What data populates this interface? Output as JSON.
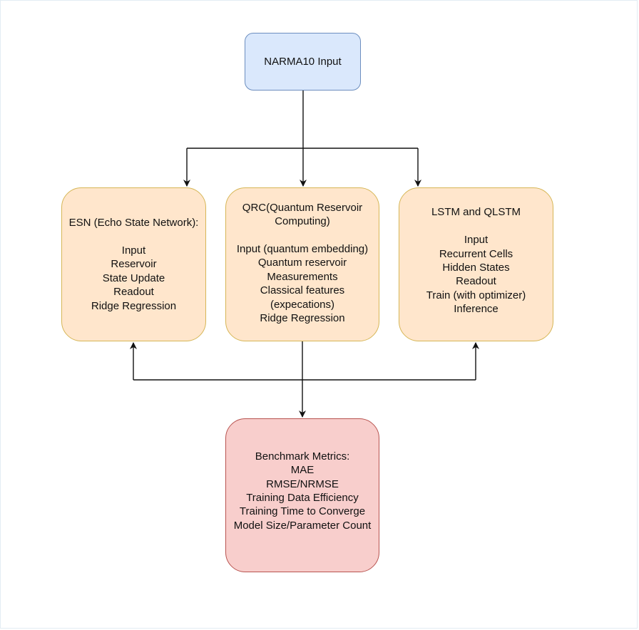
{
  "diagram": {
    "input": {
      "label": "NARMA10 Input"
    },
    "esn": {
      "title": "ESN (Echo State Network):",
      "items": [
        "Input",
        "Reservoir",
        "State Update",
        "Readout",
        "Ridge Regression"
      ]
    },
    "qrc": {
      "title_lines": [
        "QRC(Quantum Reservoir",
        "Computing)"
      ],
      "items": [
        "Input (quantum embedding)",
        "Quantum reservoir",
        "Measurements",
        "Classical features",
        "(expecations)",
        "Ridge Regression"
      ]
    },
    "lstm": {
      "title": "LSTM and QLSTM",
      "items": [
        "Input",
        "Recurrent Cells",
        "Hidden States",
        "Readout",
        "Train (with optimizer)",
        "Inference"
      ]
    },
    "metrics": {
      "title": "Benchmark Metrics:",
      "items": [
        "MAE",
        "RMSE/NRMSE",
        "Training Data Efficiency",
        "Training Time to Converge",
        "Model Size/Parameter Count"
      ]
    },
    "colors": {
      "input_fill": "#dae8fc",
      "input_stroke": "#6c8ebf",
      "model_fill": "#ffe6cc",
      "model_stroke": "#d6b656",
      "metrics_fill": "#f8cecc",
      "metrics_stroke": "#b85450",
      "edge": "#111111"
    }
  }
}
